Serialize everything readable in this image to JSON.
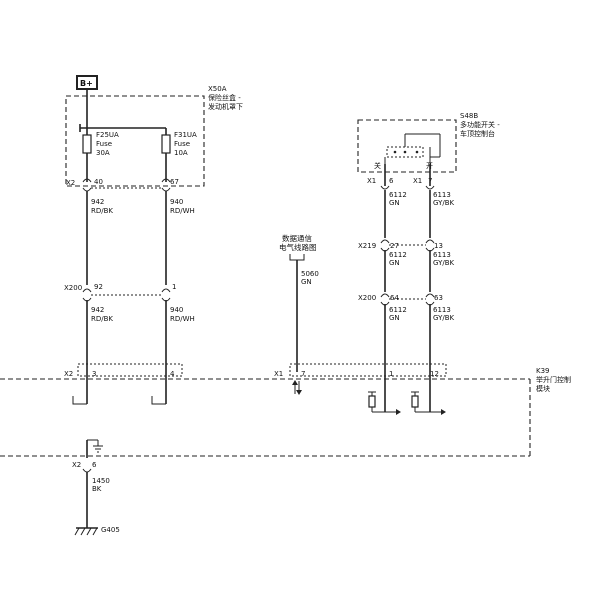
{
  "power": {
    "label": "B+"
  },
  "fuse_box": {
    "id": "X50A",
    "desc1": "保险丝盒 -",
    "desc2": "发动机罩下"
  },
  "fuses": [
    {
      "name": "F25UA",
      "type": "Fuse",
      "rating": "30A"
    },
    {
      "name": "F31UA",
      "type": "Fuse",
      "rating": "10A"
    }
  ],
  "switch_module": {
    "id": "S48B",
    "desc1": "多功能开关 -",
    "desc2": "车顶控制台",
    "off_label": "关",
    "on_label": "开"
  },
  "data_comm": {
    "line1": "数据通信",
    "line2": "电气线路图"
  },
  "control_module": {
    "id": "K39",
    "desc1": "举升门控制",
    "desc2": "模块"
  },
  "ground": {
    "id": "G405"
  },
  "connectors": {
    "x2_top": "X2",
    "x2_top_pin1": "40",
    "x2_top_pin2": "67",
    "x200_left": "X200",
    "x200_left_pin1": "92",
    "x200_left_pin2": "1",
    "x1_sw_a": "X1",
    "x1_sw_a_pin": "6",
    "x1_sw_b": "X1",
    "x1_sw_b_pin": "7",
    "x219": "X219",
    "x219_pin1": "27",
    "x219_pin2": "13",
    "x200_right": "X200",
    "x200_right_pin1": "64",
    "x200_right_pin2": "63",
    "x2_mod": "X2",
    "x2_mod_pin1": "3",
    "x2_mod_pin2": "4",
    "x1_mod": "X1",
    "x1_mod_pin": "7",
    "x1_mod_pin2": "1",
    "x1_mod_pin3": "12",
    "x2_gnd": "X2",
    "x2_gnd_pin": "6"
  },
  "wires": {
    "w942_upper_num": "942",
    "w942_upper_color": "RD/BK",
    "w940_upper_num": "940",
    "w940_upper_color": "RD/WH",
    "w942_lower_num": "942",
    "w942_lower_color": "RD/BK",
    "w940_lower_num": "940",
    "w940_lower_color": "RD/WH",
    "w5060_num": "5060",
    "w5060_color": "GN",
    "w6112_a_num": "6112",
    "w6112_a_color": "GN",
    "w6113_a_num": "6113",
    "w6113_a_color": "GY/BK",
    "w6112_b_num": "6112",
    "w6112_b_color": "GN",
    "w6113_b_num": "6113",
    "w6113_b_color": "GY/BK",
    "w6112_c_num": "6112",
    "w6112_c_color": "GN",
    "w6113_c_num": "6113",
    "w6113_c_color": "GY/BK",
    "w1450_num": "1450",
    "w1450_color": "BK"
  }
}
